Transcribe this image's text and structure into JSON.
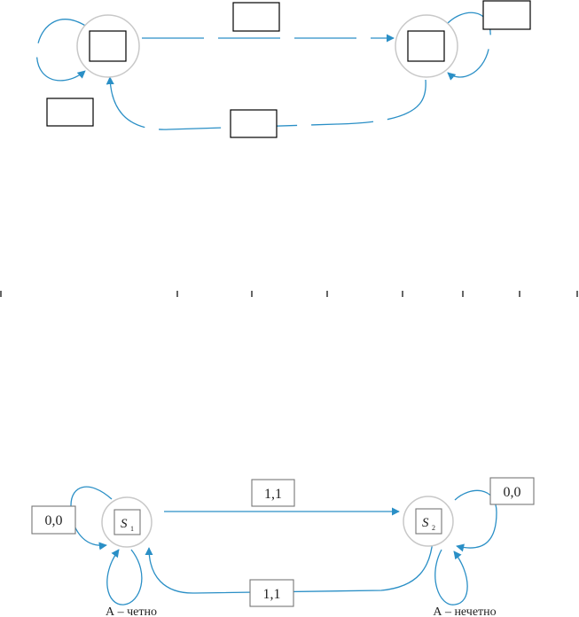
{
  "bottom_diagram": {
    "states": [
      {
        "symbol": "S",
        "subscript": "1",
        "caption": "А – четно"
      },
      {
        "symbol": "S",
        "subscript": "2",
        "caption": "А – нечетно"
      }
    ],
    "edges": {
      "s1_self": "0,0",
      "s1_to_s2": "1,1",
      "s2_self": "0,0",
      "s2_to_s1": "1,1"
    }
  },
  "colors": {
    "edge": "#2a8fc6",
    "node_outline": "#c8c8c8",
    "box_outline": "#000000"
  }
}
